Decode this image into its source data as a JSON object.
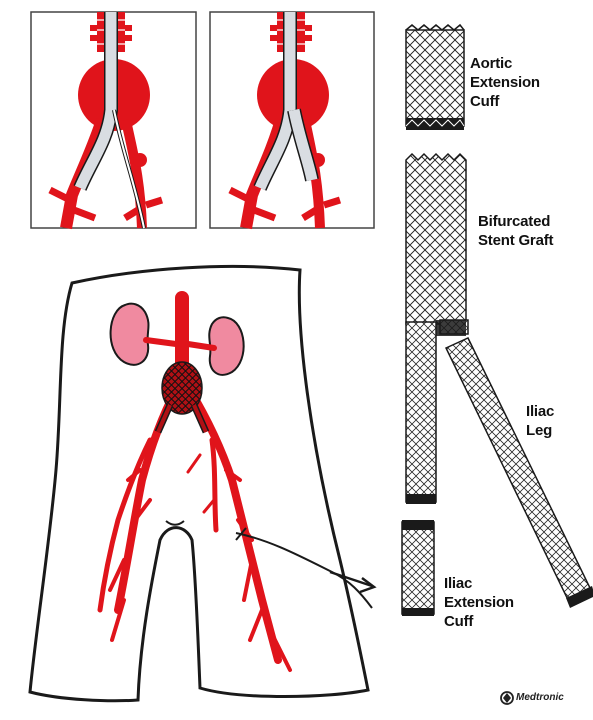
{
  "labels": {
    "aortic_cuff": [
      "Aortic",
      "Extension",
      "Cuff"
    ],
    "bifurcated_graft": [
      "Bifurcated",
      "Stent Graft"
    ],
    "iliac_leg": [
      "Iliac",
      "Leg"
    ],
    "iliac_cuff": [
      "Iliac",
      "Extension",
      "Cuff"
    ]
  },
  "brand": "Medtronic",
  "colors": {
    "vessel": "#e0141b",
    "kidney": "#f08aa0",
    "graft": "#d9dde2",
    "outline": "#1a1a1a"
  }
}
